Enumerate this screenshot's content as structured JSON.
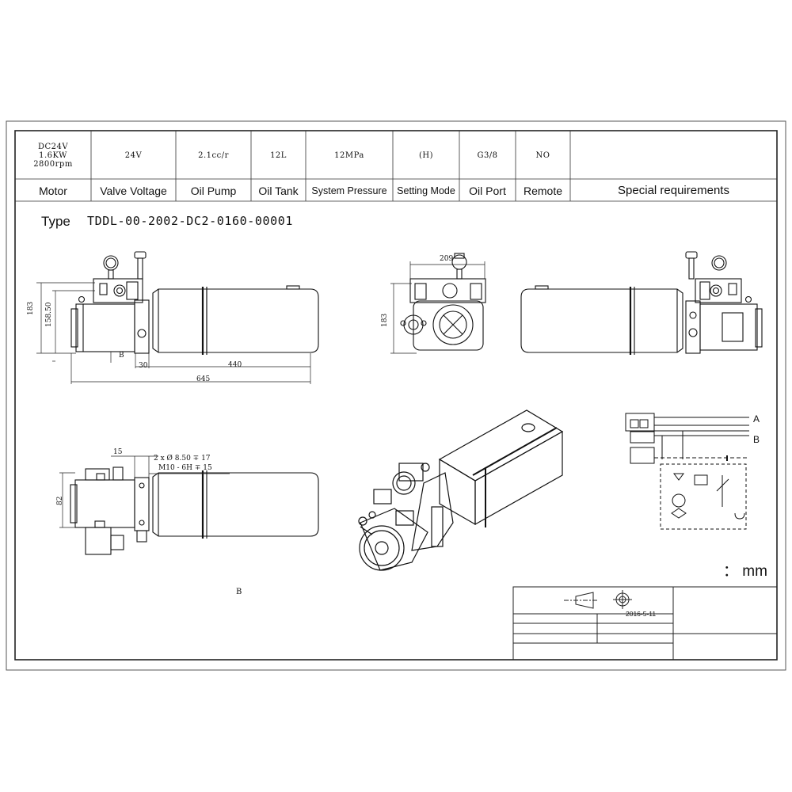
{
  "spec_table": {
    "values": [
      "DC24V\n1.6KW\n2800rpm",
      "24V",
      "2.1cc/r",
      "12L",
      "12MPa",
      "(H)",
      "G3/8",
      "NO",
      ""
    ],
    "headers": [
      "Motor",
      "Valve Voltage",
      "Oil Pump",
      "Oil Tank",
      "System Pressure",
      "Setting Mode",
      "Oil Port",
      "Remote",
      "Special requirements"
    ]
  },
  "type_label": "Type",
  "type_value": "TDDL-00-2002-DC2-0160-00001",
  "dimensions": {
    "height_183_left": "183",
    "height_158": "158.50",
    "width_30": "30",
    "width_440": "440",
    "width_645": "645",
    "side_b": "B",
    "end_width_209": "209",
    "end_height_183": "183",
    "bottom_15": "15",
    "hole_note_1": "2 x Ø 8.50 ∓ 17",
    "hole_note_2": "M10 - 6H ∓ 15",
    "bottom_82": "82",
    "bottom_b": "B"
  },
  "hydraulic": {
    "port_a": "A",
    "port_b": "B"
  },
  "unit_note": "： mm",
  "title_block": {
    "date": "2016-5-11"
  }
}
